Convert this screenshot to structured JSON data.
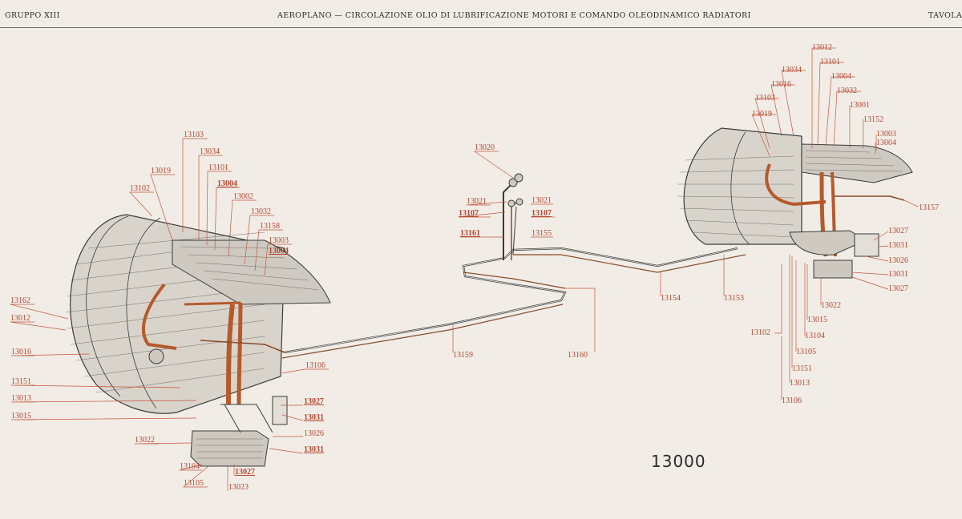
{
  "header": {
    "left": "GRUPPO XIII",
    "center": "AEROPLANO — CIRCOLAZIONE OLIO DI LUBRIFICAZIONE MOTORI E COMANDO OLEODINAMICO RADIATORI",
    "right": "TAVOLA I"
  },
  "plate_number": "13000",
  "colors": {
    "label": "#b4452e",
    "pipe": "#8a4a2a",
    "oil_pipe": "#b55a2c",
    "ink": "#3a3a3a",
    "paper": "#f1ede6"
  },
  "labels_left": [
    {
      "text": "13103",
      "bold": false
    },
    {
      "text": "13034",
      "bold": false
    },
    {
      "text": "13019",
      "bold": false
    },
    {
      "text": "13101",
      "bold": false
    },
    {
      "text": "13004",
      "bold": true
    },
    {
      "text": "13102",
      "bold": false
    },
    {
      "text": "13002",
      "bold": false
    },
    {
      "text": "13032",
      "bold": false
    },
    {
      "text": "13158",
      "bold": false
    },
    {
      "text": "13003",
      "bold": false
    },
    {
      "text": "13004",
      "bold": true
    },
    {
      "text": "13162",
      "bold": false
    },
    {
      "text": "13012",
      "bold": false
    },
    {
      "text": "13016",
      "bold": false
    },
    {
      "text": "13106",
      "bold": false
    },
    {
      "text": "13151",
      "bold": false
    },
    {
      "text": "13013",
      "bold": false
    },
    {
      "text": "13027",
      "bold": true
    },
    {
      "text": "13015",
      "bold": false
    },
    {
      "text": "13031",
      "bold": true
    },
    {
      "text": "13026",
      "bold": false
    },
    {
      "text": "13022",
      "bold": false
    },
    {
      "text": "13031",
      "bold": true
    },
    {
      "text": "13104",
      "bold": false
    },
    {
      "text": "13027",
      "bold": true
    },
    {
      "text": "13105",
      "bold": false
    },
    {
      "text": "13023",
      "bold": false
    }
  ],
  "labels_center": [
    {
      "text": "13020",
      "bold": false
    },
    {
      "text": "13021",
      "bold": false
    },
    {
      "text": "13107",
      "bold": true
    },
    {
      "text": "13021",
      "bold": false
    },
    {
      "text": "13107",
      "bold": true
    },
    {
      "text": "13161",
      "bold": true
    },
    {
      "text": "13155",
      "bold": false
    },
    {
      "text": "13159",
      "bold": false
    },
    {
      "text": "13160",
      "bold": false
    },
    {
      "text": "13154",
      "bold": false
    },
    {
      "text": "13153",
      "bold": false
    }
  ],
  "labels_right": [
    {
      "text": "13012",
      "bold": false
    },
    {
      "text": "13034",
      "bold": false
    },
    {
      "text": "13101",
      "bold": false
    },
    {
      "text": "13016",
      "bold": false
    },
    {
      "text": "13004",
      "bold": false
    },
    {
      "text": "13103",
      "bold": false
    },
    {
      "text": "13032",
      "bold": false
    },
    {
      "text": "13019",
      "bold": false
    },
    {
      "text": "13001",
      "bold": false
    },
    {
      "text": "13152",
      "bold": false
    },
    {
      "text": "13003",
      "bold": false
    },
    {
      "text": "13004",
      "bold": false
    },
    {
      "text": "13157",
      "bold": false
    },
    {
      "text": "13027",
      "bold": false
    },
    {
      "text": "13031",
      "bold": false
    },
    {
      "text": "13026",
      "bold": false
    },
    {
      "text": "13031",
      "bold": false
    },
    {
      "text": "13027",
      "bold": false
    },
    {
      "text": "13022",
      "bold": false
    },
    {
      "text": "13015",
      "bold": false
    },
    {
      "text": "13104",
      "bold": false
    },
    {
      "text": "13102",
      "bold": false
    },
    {
      "text": "13105",
      "bold": false
    },
    {
      "text": "13151",
      "bold": false
    },
    {
      "text": "13013",
      "bold": false
    },
    {
      "text": "13106",
      "bold": false
    }
  ]
}
